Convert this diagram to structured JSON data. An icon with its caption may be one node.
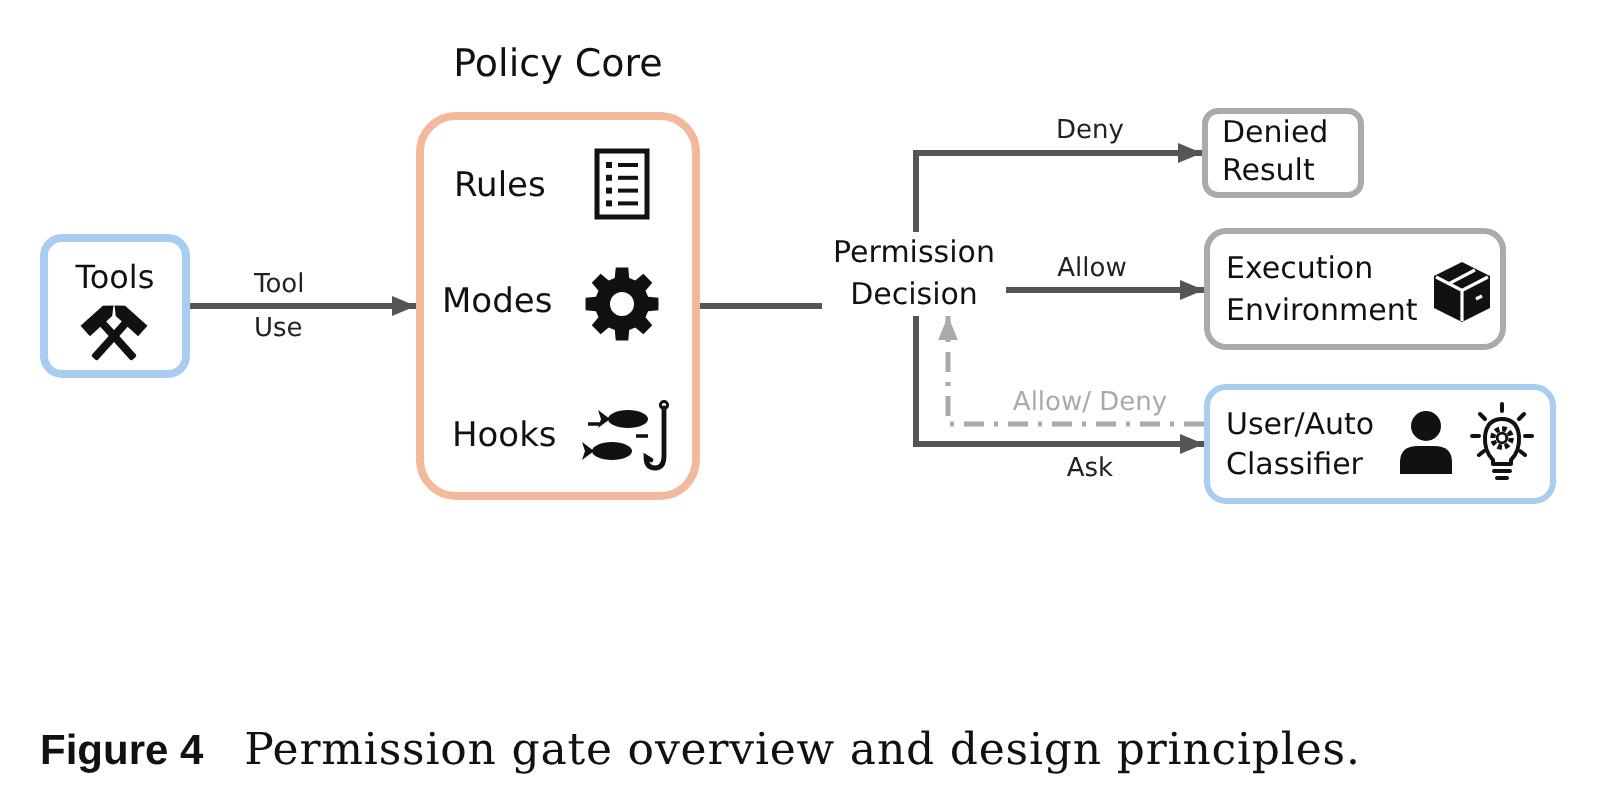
{
  "diagram": {
    "caption": "**Figure 4** Permission gate overview and design principles.",
    "nodes": [
      {
        "text": [
          "Tools"
        ]
      },
      {
        "text": [
          "Policy Core",
          "Rules",
          "Modes",
          "Hooks"
        ]
      },
      {
        "text": [
          "Permission Decision"
        ]
      },
      {
        "text": [
          "Denied Result"
        ]
      },
      {
        "text": [
          "Execution Environment"
        ]
      },
      {
        "text": [
          "User/Auto Classifier"
        ]
      }
    ],
    "edges": [
      {
        "from": 0,
        "to": 1,
        "arrow": "to",
        "label": "Tool Use"
      },
      {
        "from": 1,
        "to": 2,
        "arrow": "none"
      },
      {
        "from": 2,
        "to": 3,
        "arrow": "to",
        "label": "Deny"
      },
      {
        "from": 2,
        "to": 4,
        "arrow": "to",
        "label": "Allow"
      },
      {
        "from": 2,
        "to": 5,
        "arrow": "to",
        "label": "Ask"
      },
      {
        "from": 5,
        "to": 2,
        "arrow": "to",
        "label": "Allow/ Deny",
        "style": "dashed",
        "color": "#aaaaaa"
      }
    ]
  }
}
